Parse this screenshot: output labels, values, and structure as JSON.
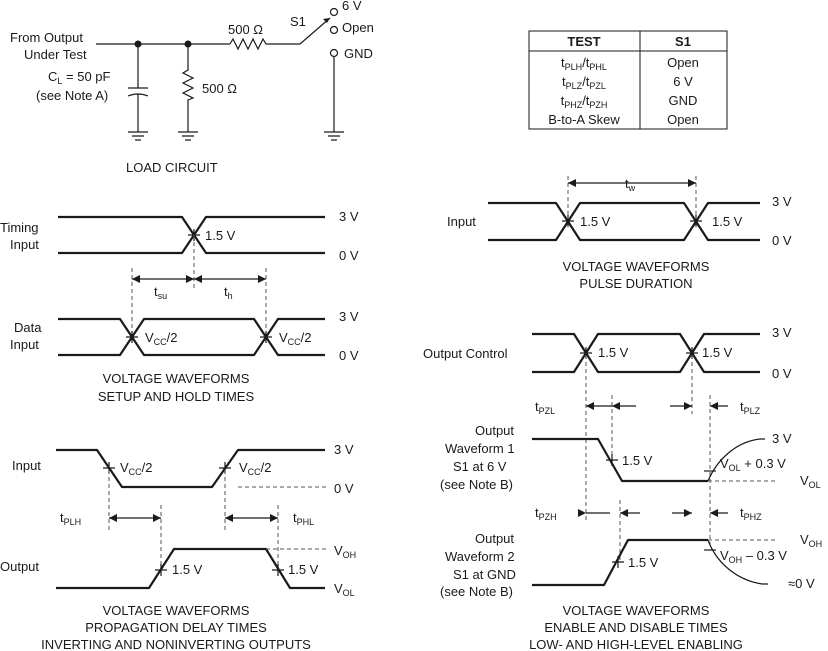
{
  "load_circuit": {
    "from_output_1": "From Output",
    "from_output_2": "Under Test",
    "cl_1": "C",
    "cl_sub": "L",
    "cl_2": " = 50 pF",
    "cl_note": "(see Note A)",
    "r_series": "500 Ω",
    "r_shunt": "500 Ω",
    "switch": "S1",
    "pos_6v": "6 V",
    "pos_open": "Open",
    "pos_gnd": "GND",
    "caption": "LOAD CIRCUIT"
  },
  "test_table": {
    "headers": [
      "TEST",
      "S1"
    ],
    "rows": [
      {
        "t1": "t",
        "s1": "PLH",
        "m": "/t",
        "s2": "PHL",
        "v": "Open"
      },
      {
        "t1": "t",
        "s1": "PLZ",
        "m": "/t",
        "s2": "PZL",
        "v": "6 V"
      },
      {
        "t1": "t",
        "s1": "PHZ",
        "m": "/t",
        "s2": "PZH",
        "v": "GND"
      },
      {
        "t1": "B-to-A Skew",
        "s1": "",
        "m": "",
        "s2": "",
        "v": "Open"
      }
    ]
  },
  "setup_hold": {
    "timing_1": "Timing",
    "timing_2": "Input",
    "data_1": "Data",
    "data_2": "Input",
    "v_high": "3 V",
    "v_low": "0 V",
    "v_high2": "3 V",
    "v_low2": "0 V",
    "ref": "1.5 V",
    "tsu": "t",
    "tsu_sub": "su",
    "th": "t",
    "th_sub": "h",
    "vcc_a": "V",
    "vcc_a_sub": "CC",
    "vcc_a_tail": "/2",
    "vcc_b": "V",
    "vcc_b_sub": "CC",
    "vcc_b_tail": "/2",
    "caption_1": "VOLTAGE WAVEFORMS",
    "caption_2": "SETUP AND HOLD TIMES"
  },
  "pulse_duration": {
    "input": "Input",
    "tw": "t",
    "tw_sub": "w",
    "ref_a": "1.5 V",
    "ref_b": "1.5 V",
    "v_high": "3 V",
    "v_low": "0 V",
    "caption_1": "VOLTAGE WAVEFORMS",
    "caption_2": "PULSE DURATION"
  },
  "prop_delay": {
    "input": "Input",
    "output": "Output",
    "vcc_a": "V",
    "vcc_a_sub": "CC",
    "vcc_a_tail": "/2",
    "vcc_b": "V",
    "vcc_b_sub": "CC",
    "vcc_b_tail": "/2",
    "v_high": "3 V",
    "v_low": "0 V",
    "tplh": "t",
    "tplh_sub": "PLH",
    "tphl": "t",
    "tphl_sub": "PHL",
    "voh": "V",
    "voh_sub": "OH",
    "vol": "V",
    "vol_sub": "OL",
    "ref_a": "1.5 V",
    "ref_b": "1.5 V",
    "caption_1": "VOLTAGE WAVEFORMS",
    "caption_2": "PROPAGATION DELAY TIMES",
    "caption_3": "INVERTING AND NONINVERTING OUTPUTS"
  },
  "enable_disable": {
    "output_control": "Output Control",
    "ref_a": "1.5 V",
    "ref_b": "1.5 V",
    "v_high": "3 V",
    "v_low": "0 V",
    "tpzl": "t",
    "tpzl_sub": "PZL",
    "tplz": "t",
    "tplz_sub": "PLZ",
    "tpzh": "t",
    "tpzh_sub": "PZH",
    "tphz": "t",
    "tphz_sub": "PHZ",
    "wf1_1": "Output",
    "wf1_2": "Waveform 1",
    "wf1_3": "S1 at 6 V",
    "wf1_4": "(see Note B)",
    "wf2_1": "Output",
    "wf2_2": "Waveform 2",
    "wf2_3": "S1 at GND",
    "wf2_4": "(see Note B)",
    "wf1_ref": "1.5 V",
    "wf2_ref": "1.5 V",
    "wf1_top": "3 V",
    "vol_plus_a": "V",
    "vol_plus_sub": "OL",
    "vol_plus_tail": " + 0.3 V",
    "vol_a": "V",
    "vol_sub": "OL",
    "voh_a": "V",
    "voh_sub": "OH",
    "voh_minus_a": "V",
    "voh_minus_sub": "OH",
    "voh_minus_tail": " – 0.3 V",
    "approx_zero": "≈0 V",
    "caption_1": "VOLTAGE WAVEFORMS",
    "caption_2": "ENABLE AND DISABLE TIMES",
    "caption_3": "LOW- AND HIGH-LEVEL ENABLING"
  }
}
